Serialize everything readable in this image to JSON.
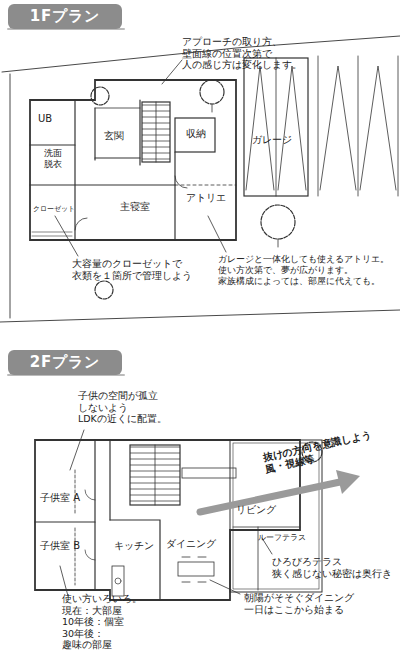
{
  "diagram": {
    "nodes": [
      {
        "text": [
          "1Fプラン"
        ]
      },
      {
        "text": [
          "2Fプラン"
        ]
      }
    ],
    "labels": [
      "アプローチの取り方、壁面線の位置次第で 人の感じ方は変化します。",
      "UB",
      "洗面 脱衣",
      "玄関",
      "収納",
      "ガレージ",
      "クローゼット",
      "主寝室",
      "アトリエ",
      "大容量のクローゼットで 衣類を１箇所で管理しよう",
      "ガレージと一体化しても使えるアトリエ。 使い方次第で、夢が広がります。 家族構成によっては、部屋に代えても。",
      "子供の空間が孤立 しないよう LDKの近くに配置。",
      "抜けの方向を意識しよう 風・視線等",
      "子供室 A",
      "子供室 B",
      "リビング",
      "ルーフテラス",
      "キッチン",
      "ダイニング",
      "ひろびろテラス 狭く感じない秘密は奥行き",
      "朝陽がそそぐダイニング 一日はここから始まる",
      "使い方いろいろ。 現在：大部屋 10年後：個室 30年後：趣味の部屋"
    ]
  }
}
